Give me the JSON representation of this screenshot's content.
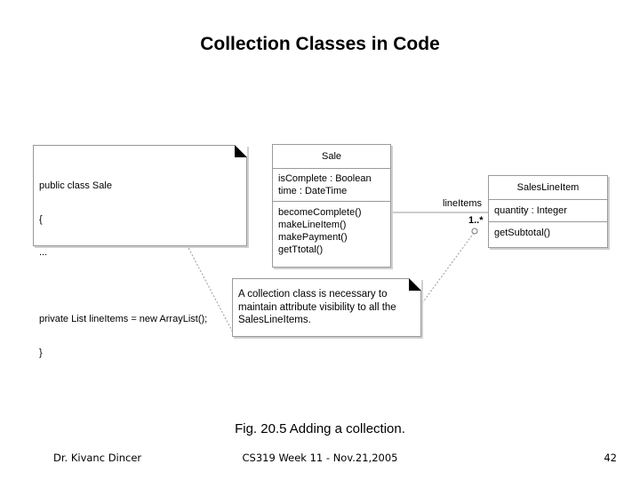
{
  "slide": {
    "title": "Collection Classes in Code",
    "caption": "Fig. 20.5 Adding a collection.",
    "footer_left": "Dr. Kivanc Dincer",
    "footer_center": "CS319 Week 11 - Nov.21,2005",
    "page_number": "42"
  },
  "code_note": {
    "lines": [
      "public class Sale",
      "{",
      "...",
      "",
      "private List lineItems = new ArrayList();",
      "}"
    ]
  },
  "sale_class": {
    "name": "Sale",
    "attributes": [
      "isComplete : Boolean",
      "time : DateTime"
    ],
    "operations": [
      "becomeComplete()",
      "makeLineItem()",
      "makePayment()",
      "getTtotal()"
    ]
  },
  "sli_class": {
    "name": "SalesLineItem",
    "attributes": [
      "quantity : Integer"
    ],
    "operations": [
      "getSubtotal()"
    ]
  },
  "association": {
    "role": "lineItems",
    "multiplicity": "1..*"
  },
  "collection_note": {
    "text": "A collection class is necessary to maintain attribute visibility to all the SalesLineItems."
  }
}
